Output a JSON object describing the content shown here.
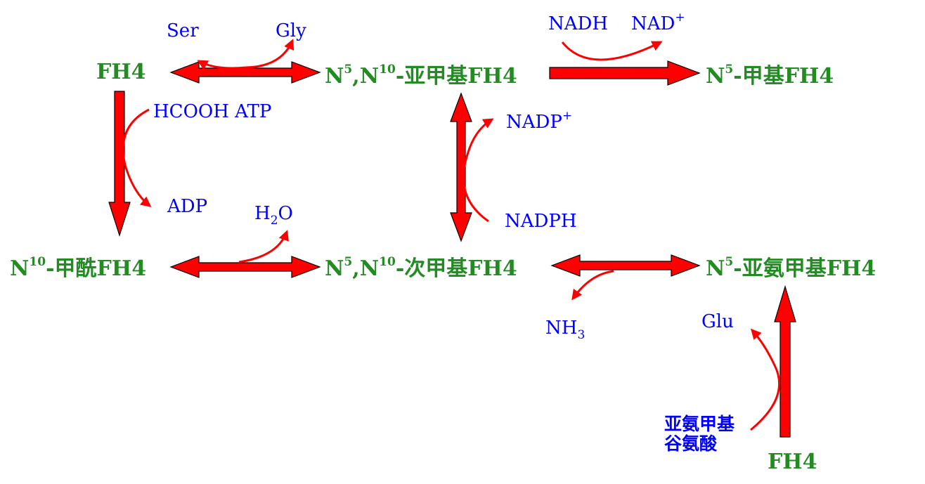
{
  "nodes": {
    "fh4_top": {
      "pre": "",
      "sup1": "",
      "mid": "",
      "sup2": "",
      "post": "FH4"
    },
    "methylene": {
      "pre": "N",
      "sup1": "5",
      "mid": ",N",
      "sup2": "10",
      "post": "-亚甲基FH4"
    },
    "methyl": {
      "pre": "N",
      "sup1": "5",
      "mid": "-甲基FH4",
      "sup2": "",
      "post": ""
    },
    "formyl": {
      "pre": "N",
      "sup1": "10",
      "mid": "-甲酰FH4",
      "sup2": "",
      "post": ""
    },
    "methenyl": {
      "pre": "N",
      "sup1": "5",
      "mid": ",N",
      "sup2": "10",
      "post": "-次甲基FH4"
    },
    "formimino": {
      "pre": "N",
      "sup1": "5",
      "mid": "-亚氨甲基FH4",
      "sup2": "",
      "post": ""
    },
    "fh4_bottom": {
      "pre": "",
      "sup1": "",
      "mid": "",
      "sup2": "",
      "post": "FH4"
    }
  },
  "cofactors": {
    "ser": "Ser",
    "gly": "Gly",
    "nadh": "NADH",
    "nad": {
      "base": "NAD",
      "sup": "+"
    },
    "hcooh_atp": "HCOOH ATP",
    "adp": "ADP",
    "nadp": {
      "base": "NADP",
      "sup": "+"
    },
    "nadph": "NADPH",
    "h2o": {
      "pre": "H",
      "sub": "2",
      "post": "O"
    },
    "nh3": {
      "pre": "NH",
      "sub": "3",
      "post": ""
    },
    "glu": "Glu",
    "formiminoglutamate_line1": "亚氨甲基",
    "formiminoglutamate_line2": "谷氨酸"
  },
  "colors": {
    "compound": "#228B22",
    "cofactor": "#0000FF",
    "arrow": "#FF0000",
    "outline": "#000000"
  }
}
